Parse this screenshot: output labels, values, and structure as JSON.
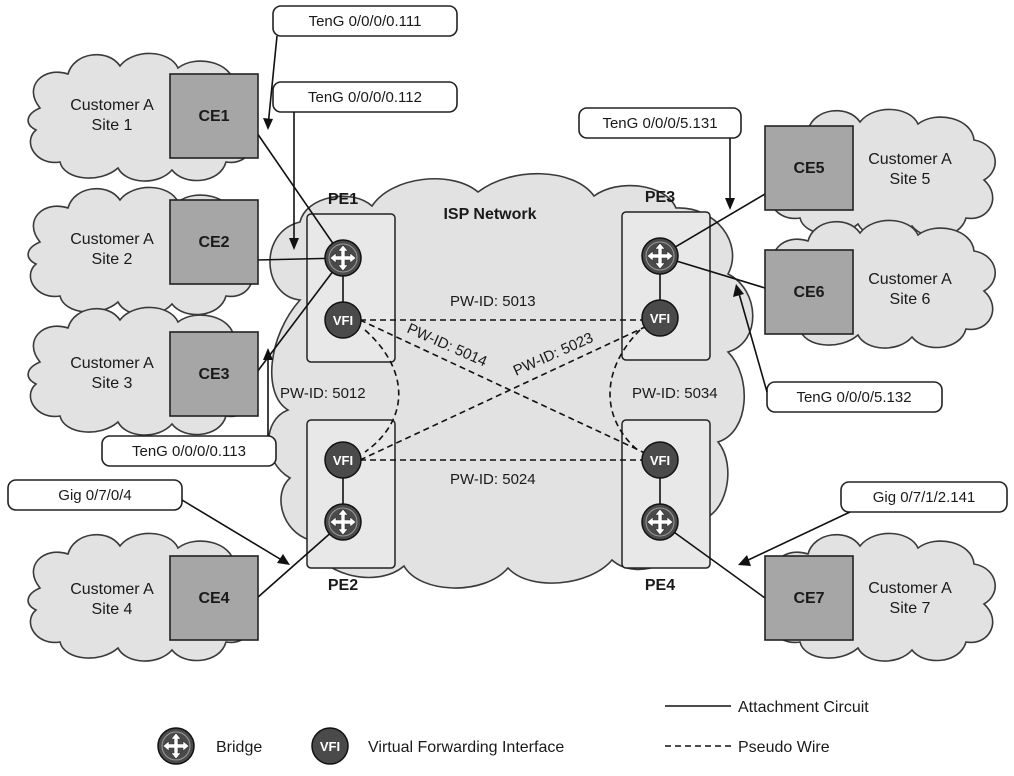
{
  "isp_network_label": "ISP Network",
  "sites": [
    {
      "id": "site1",
      "line1": "Customer A",
      "line2": "Site 1",
      "ce": "CE1"
    },
    {
      "id": "site2",
      "line1": "Customer A",
      "line2": "Site 2",
      "ce": "CE2"
    },
    {
      "id": "site3",
      "line1": "Customer A",
      "line2": "Site 3",
      "ce": "CE3"
    },
    {
      "id": "site4",
      "line1": "Customer A",
      "line2": "Site 4",
      "ce": "CE4"
    },
    {
      "id": "site5",
      "line1": "Customer A",
      "line2": "Site 5",
      "ce": "CE5"
    },
    {
      "id": "site6",
      "line1": "Customer A",
      "line2": "Site 6",
      "ce": "CE6"
    },
    {
      "id": "site7",
      "line1": "Customer A",
      "line2": "Site 7",
      "ce": "CE7"
    }
  ],
  "pe_routers": [
    "PE1",
    "PE2",
    "PE3",
    "PE4"
  ],
  "vfi_label": "VFI",
  "interfaces": {
    "if_111": "TenG 0/0/0/0.111",
    "if_112": "TenG 0/0/0/0.112",
    "if_113": "TenG 0/0/0/0.113",
    "if_gig_pe2": "Gig 0/7/0/4",
    "if_131": "TenG 0/0/0/5.131",
    "if_132": "TenG 0/0/0/5.132",
    "if_gig_pe4": "Gig 0/7/1/2.141"
  },
  "pseudowires": {
    "pw_5012": "PW-ID: 5012",
    "pw_5013": "PW-ID: 5013",
    "pw_5014": "PW-ID: 5014",
    "pw_5023": "PW-ID: 5023",
    "pw_5024": "PW-ID: 5024",
    "pw_5034": "PW-ID: 5034"
  },
  "legend": {
    "bridge": "Bridge",
    "vfi": "Virtual Forwarding Interface",
    "attachment_circuit": "Attachment Circuit",
    "pseudo_wire": "Pseudo Wire"
  },
  "colors": {
    "cloud_fill": "#e2e2e2",
    "ce_fill": "#a6a6a6",
    "pe_fill": "#e8e8e8",
    "node_fill": "#4a4a4a"
  }
}
